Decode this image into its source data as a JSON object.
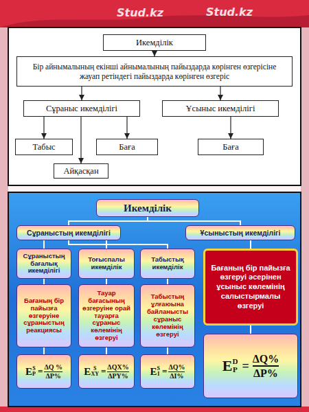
{
  "diagram": {
    "nodes": [
      {
        "text": [
          "Икемділік"
        ]
      },
      {
        "text": [
          "Бір айнымалының екінші айнымалының пайыздарда көрінген өзгерісіне жауап ретіндегі пайыздарда көрінген өзгеріс"
        ]
      },
      {
        "text": [
          "Сұраныс икемділігі"
        ]
      },
      {
        "text": [
          "Ұсыныс икемділігі"
        ]
      },
      {
        "text": [
          "Табыс"
        ]
      },
      {
        "text": [
          "Баға"
        ]
      },
      {
        "text": [
          "Айқасқан"
        ]
      },
      {
        "text": [
          "Баға"
        ]
      },
      {
        "text": [
          "Икемділік"
        ]
      },
      {
        "text": [
          "Сұраныстың икемділігі"
        ]
      },
      {
        "text": [
          "Ұсыныстың икемділігі"
        ]
      },
      {
        "text": [
          "Сұраныстың бағалық икемділігі"
        ]
      },
      {
        "text": [
          "Тоғыспалы икемділік"
        ]
      },
      {
        "text": [
          "Табыстық икемділік"
        ]
      },
      {
        "text": [
          "Бағаның бір пайызға өзгеруі әсерінен ұсыныс көлемінің салыстырмалы өзгеруі"
        ]
      },
      {
        "text": [
          "Бағаның бір пайызға өзгеруіне сұраныстың реакциясы"
        ]
      },
      {
        "text": [
          "Тауар бағасының өзгеруіне орай тауарға сұраныс көлемінің өзгеруі"
        ]
      },
      {
        "text": [
          "Табыстың ұлғаюына байланысты сұраныс көлемінің өзгеруі"
        ]
      },
      {
        "text": [
          "E",
          "S",
          "P",
          "=",
          "ΔQ %",
          "ΔP%"
        ]
      },
      {
        "text": [
          "E",
          "S",
          "XY",
          "=",
          "ΔQX%",
          "ΔPY%"
        ]
      },
      {
        "text": [
          "E",
          "S",
          "I",
          "=",
          "ΔQ%",
          "ΔI%"
        ]
      },
      {
        "text": [
          "E",
          "D",
          "P",
          "=",
          "ΔQ%",
          "ΔP%"
        ]
      }
    ],
    "edges": [
      {
        "from": 0,
        "to": 1,
        "arrow": "to"
      },
      {
        "from": 1,
        "to": 2,
        "arrow": "to"
      },
      {
        "from": 1,
        "to": 3,
        "arrow": "to"
      },
      {
        "from": 2,
        "to": 4,
        "arrow": "to"
      },
      {
        "from": 2,
        "to": 5,
        "arrow": "to"
      },
      {
        "from": 2,
        "to": 6,
        "arrow": "to"
      },
      {
        "from": 3,
        "to": 7,
        "arrow": "to"
      },
      {
        "from": 8,
        "to": 9,
        "arrow": "none"
      },
      {
        "from": 8,
        "to": 10,
        "arrow": "none"
      },
      {
        "from": 9,
        "to": 11,
        "arrow": "none"
      },
      {
        "from": 9,
        "to": 12,
        "arrow": "none"
      },
      {
        "from": 9,
        "to": 13,
        "arrow": "none"
      },
      {
        "from": 10,
        "to": 14,
        "arrow": "none"
      },
      {
        "from": 11,
        "to": 15,
        "arrow": "none"
      },
      {
        "from": 12,
        "to": 16,
        "arrow": "none"
      },
      {
        "from": 13,
        "to": 17,
        "arrow": "none"
      },
      {
        "from": 15,
        "to": 18,
        "arrow": "none"
      },
      {
        "from": 16,
        "to": 19,
        "arrow": "none"
      },
      {
        "from": 17,
        "to": 20,
        "arrow": "none"
      },
      {
        "from": 14,
        "to": 21,
        "arrow": "none"
      }
    ],
    "labels": [
      "Stud.kz",
      "Stud.kz"
    ]
  }
}
